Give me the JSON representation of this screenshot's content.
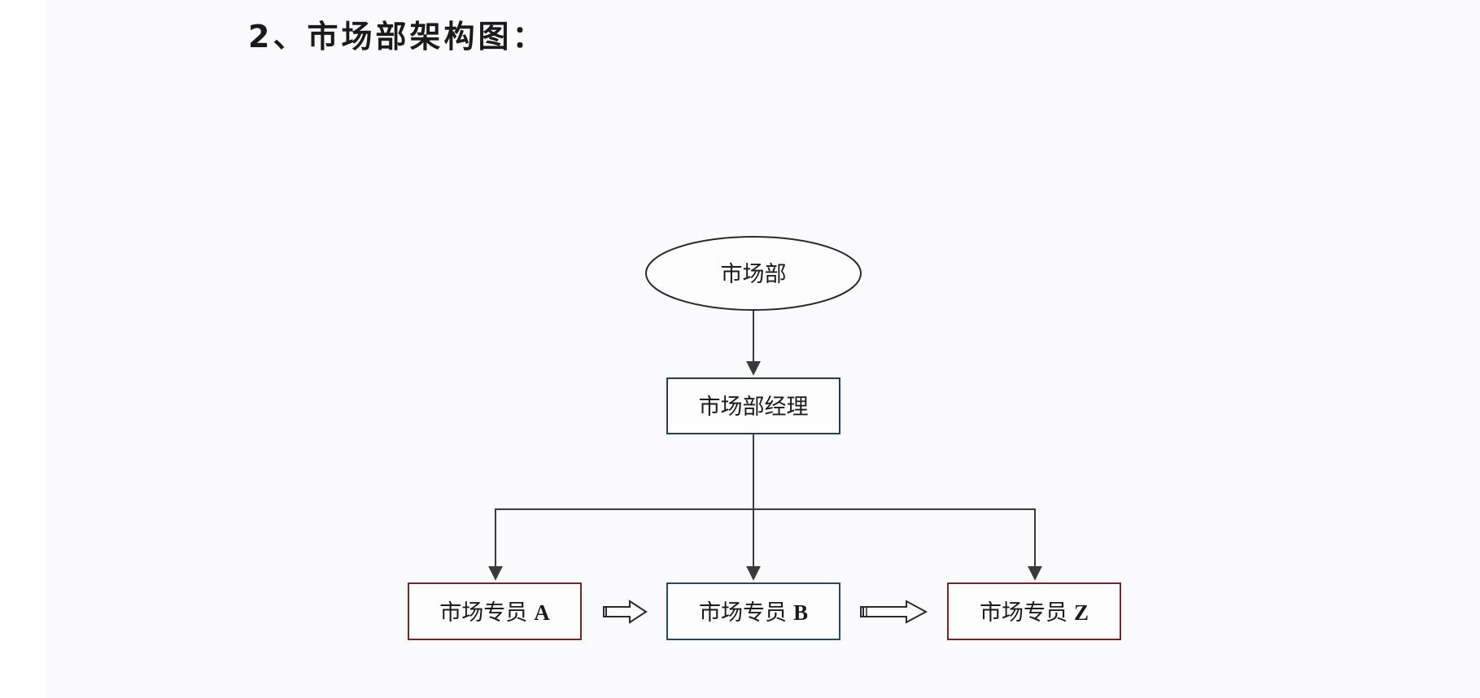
{
  "heading": "2、市场部架构图：",
  "nodes": {
    "root": "市场部",
    "manager": "市场部经理",
    "staff_a": {
      "prefix": "市场专员",
      "suffix": "A"
    },
    "staff_b": {
      "prefix": "市场专员",
      "suffix": "B"
    },
    "staff_z": {
      "prefix": "市场专员",
      "suffix": "Z"
    }
  },
  "colors": {
    "line": "#3a3a3a",
    "box_border_a": "#6b2a2a",
    "box_border_b": "#2a4a5a",
    "box_border_z": "#6b2a2a",
    "text": "#1a1a1a"
  }
}
